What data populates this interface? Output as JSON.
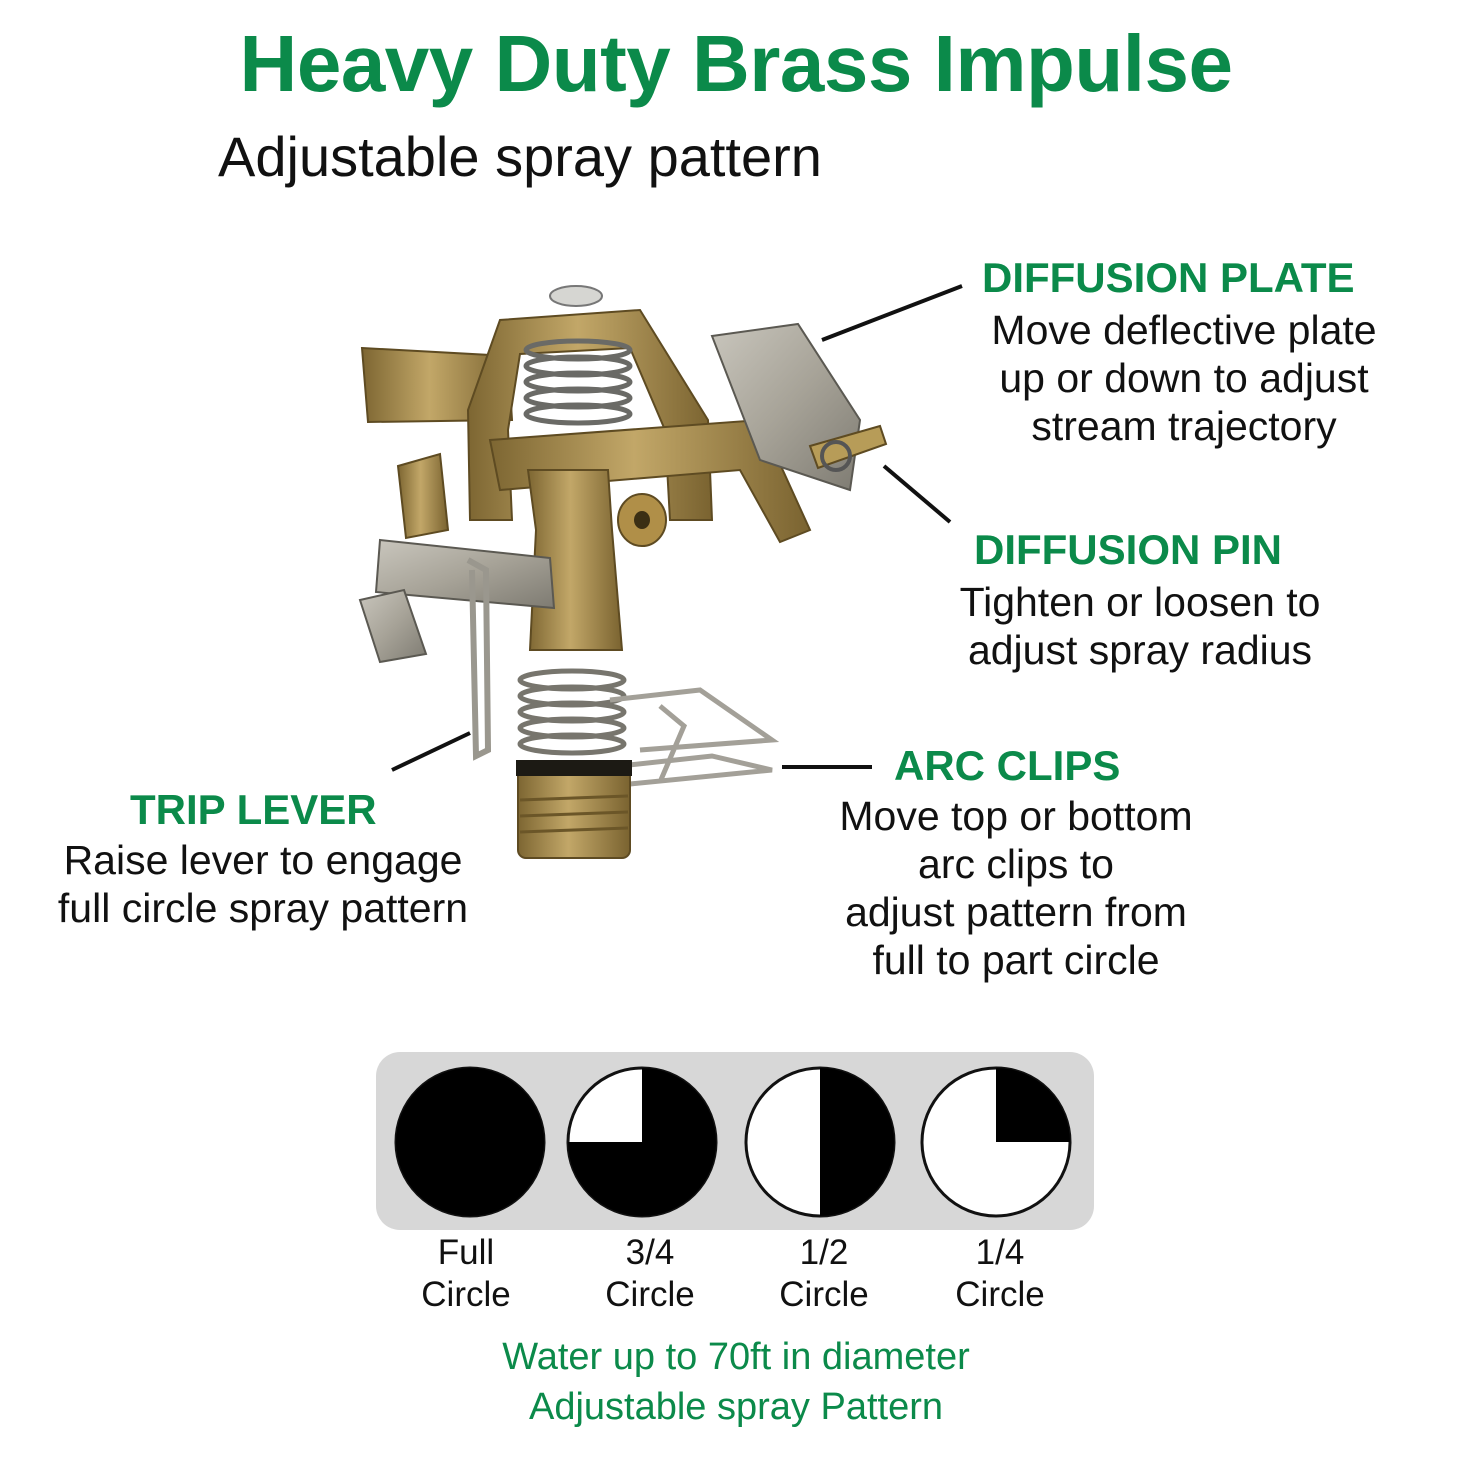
{
  "header": {
    "title": "Heavy Duty Brass Impulse",
    "subtitle": "Adjustable spray pattern"
  },
  "callouts": {
    "diffusion_plate": {
      "heading": "DIFFUSION PLATE",
      "lines": [
        "Move deflective plate",
        "up or down to adjust",
        "stream trajectory"
      ]
    },
    "diffusion_pin": {
      "heading": "DIFFUSION PIN",
      "lines": [
        "Tighten or loosen to",
        "adjust spray radius"
      ]
    },
    "arc_clips": {
      "heading": "ARC CLIPS",
      "lines": [
        "Move top or bottom",
        "arc clips to",
        "adjust pattern from",
        "full to part circle"
      ]
    },
    "trip_lever": {
      "heading": "TRIP LEVER",
      "lines": [
        "Raise lever to engage",
        "full circle spray pattern"
      ]
    }
  },
  "patterns": [
    {
      "line1": "Full",
      "line2": "Circle",
      "coverage": 1.0
    },
    {
      "line1": "3/4",
      "line2": "Circle",
      "coverage": 0.75
    },
    {
      "line1": "1/2",
      "line2": "Circle",
      "coverage": 0.5
    },
    {
      "line1": "1/4",
      "line2": "Circle",
      "coverage": 0.25
    }
  ],
  "footer": {
    "line1": "Water up to 70ft in diameter",
    "line2": "Adjustable spray Pattern"
  },
  "colors": {
    "brand_green": "#0b8a4a",
    "brass": "#a88d52",
    "panel_gray": "#d7d7d7"
  }
}
